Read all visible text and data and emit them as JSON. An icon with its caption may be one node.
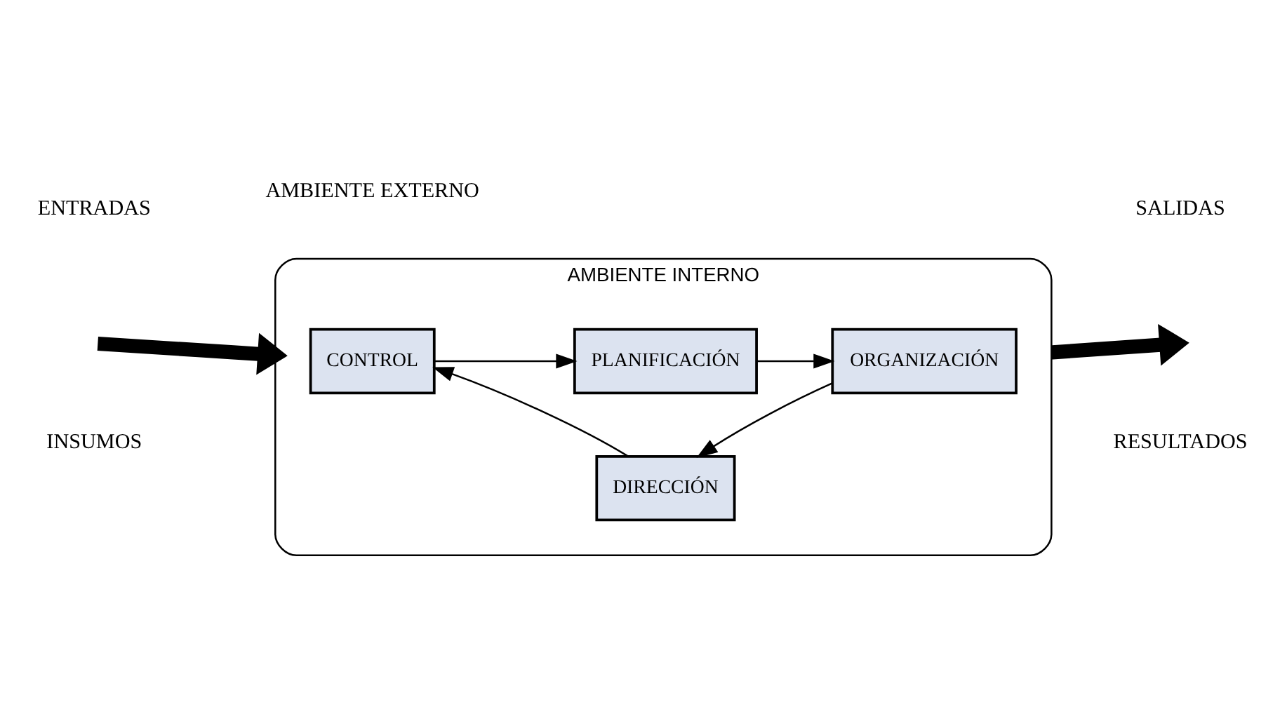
{
  "diagram": {
    "nodes": [
      {
        "text": [
          "AMBIENTE INTERNO"
        ]
      },
      {
        "text": [
          "PLANIFICACIÓN"
        ],
        "in": 0
      },
      {
        "text": [
          "ORGANIZACIÓN"
        ],
        "in": 0
      },
      {
        "text": [
          "DIRECCIÓN"
        ],
        "in": 0
      },
      {
        "text": [
          "CONTROL"
        ],
        "in": 0
      }
    ],
    "edges": [
      {
        "from": 1,
        "to": 2,
        "arrow": "to"
      },
      {
        "from": 2,
        "to": 3,
        "arrow": "to"
      },
      {
        "from": 3,
        "to": 4,
        "arrow": "to"
      },
      {
        "from": 4,
        "to": 1,
        "arrow": "to"
      },
      {
        "from": null,
        "to": 0,
        "arrow": "to",
        "style": "thick"
      },
      {
        "from": 0,
        "to": null,
        "arrow": "to",
        "style": "thick"
      }
    ],
    "labels": [
      "AMBIENTE EXTERNO",
      "ENTRADAS",
      "INSUMOS",
      "SALIDAS",
      "RESULTADOS"
    ]
  }
}
